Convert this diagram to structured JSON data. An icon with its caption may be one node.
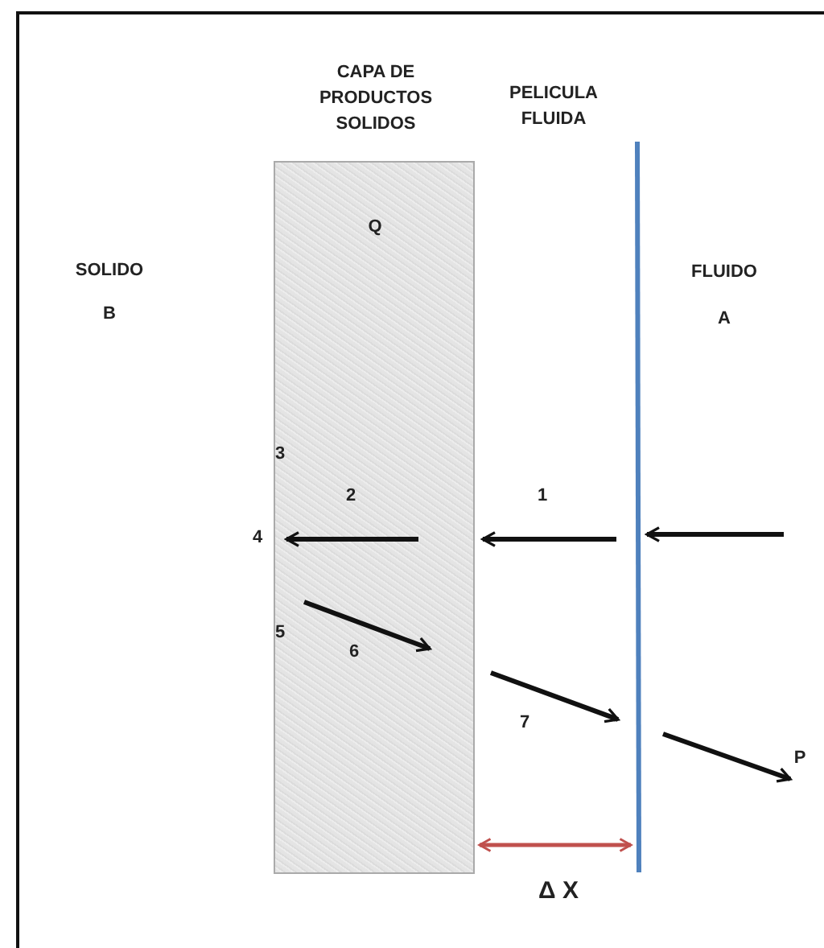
{
  "diagram": {
    "nodes": [
      {
        "text": [
          "CAPA DE PRODUCTOS SOLIDOS",
          "Q"
        ]
      }
    ],
    "labels": [
      "PELICULA FLUIDA",
      "SOLIDO B",
      "FLUIDO A",
      "3",
      "2",
      "1",
      "4",
      "5",
      "6",
      "7",
      "P",
      "Δ X"
    ]
  }
}
